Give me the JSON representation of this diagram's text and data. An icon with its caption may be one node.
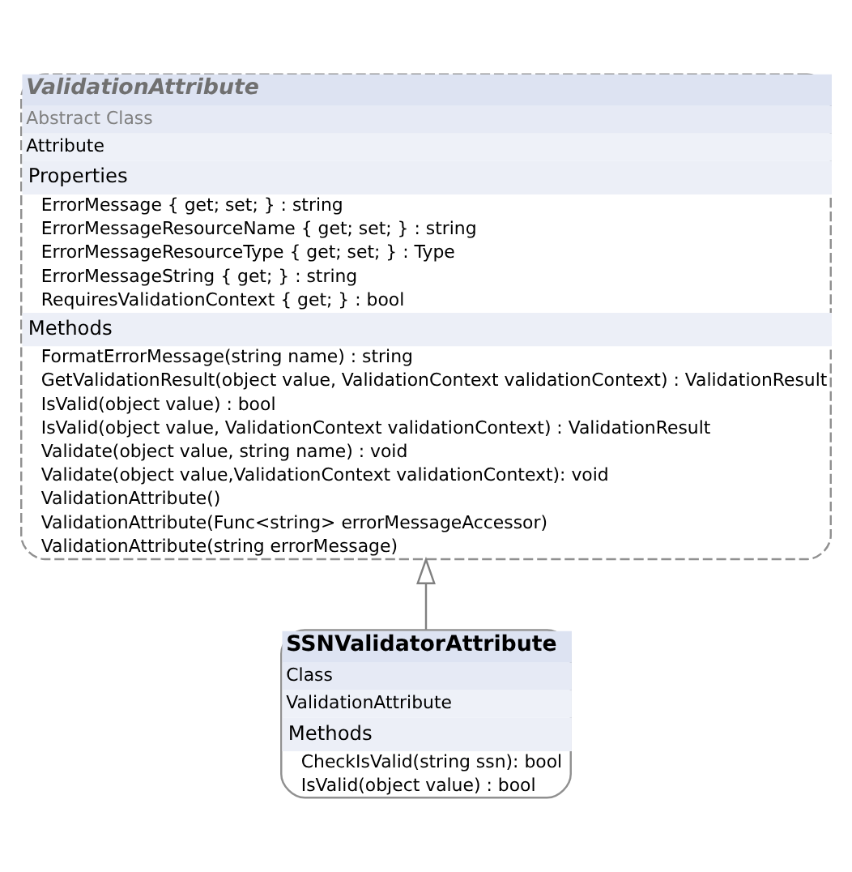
{
  "diagram": {
    "nodes": [
      {
        "text": [
          "ValidationAttribute",
          "Abstract Class",
          "Attribute",
          "Properties",
          "ErrorMessage { get; set; } : string",
          "ErrorMessageResourceName { get; set; } : string",
          "ErrorMessageResourceType { get; set; } : Type",
          "ErrorMessageString { get; } : string",
          "RequiresValidationContext { get; } : bool",
          "Methods",
          "FormatErrorMessage(string name) : string",
          "GetValidationResult(object value, ValidationContext validationContext) : ValidationResult",
          "IsValid(object value) : bool",
          "IsValid(object value, ValidationContext validationContext) : ValidationResult",
          "Validate(object value, string name) : void",
          "Validate(object value,ValidationContext validationContext): void",
          "ValidationAttribute()",
          "ValidationAttribute(Func<string> errorMessageAccessor)",
          "ValidationAttribute(string errorMessage)"
        ]
      },
      {
        "text": [
          "SSNValidatorAttribute",
          "Class",
          "ValidationAttribute",
          "Methods",
          "CheckIsValid(string ssn): bool",
          "IsValid(object value) : bool"
        ]
      }
    ],
    "edges": [
      {
        "from": 1,
        "to": 0,
        "arrow": "to"
      }
    ]
  }
}
